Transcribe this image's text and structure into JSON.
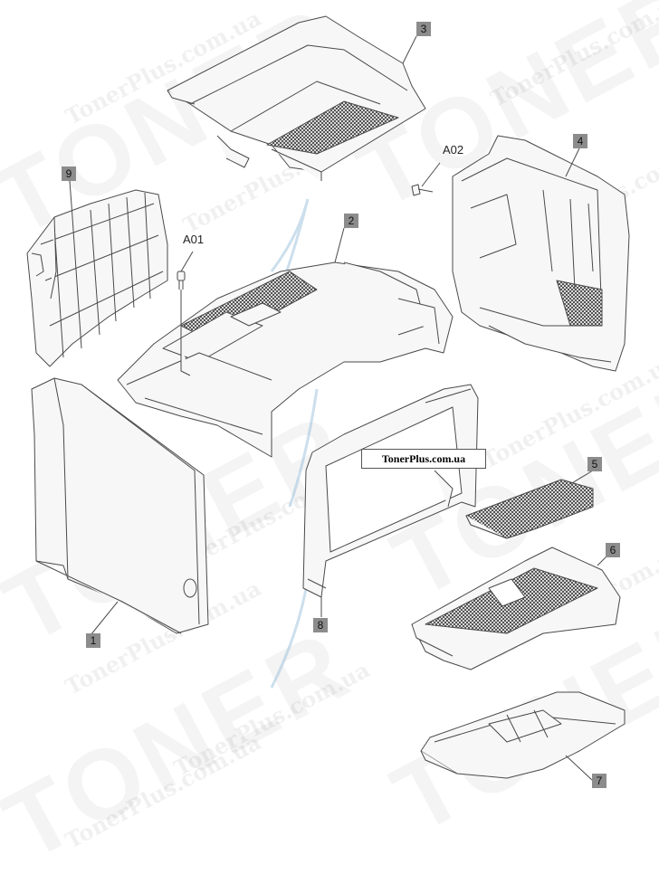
{
  "site_banner": "TonerPlus.com.ua",
  "watermark": {
    "big": "TONER",
    "small": "TonerPlus.com.ua"
  },
  "callouts": {
    "c1": "1",
    "c2": "2",
    "c3": "3",
    "c4": "4",
    "c5": "5",
    "c6": "6",
    "c7": "7",
    "c8": "8",
    "c9": "9",
    "a01": "A01",
    "a02": "A02"
  },
  "colors": {
    "line": "#4a4a4a",
    "part_fill": "#f7f7f7",
    "mesh": "#3a3a3a",
    "callout_box": "#8c8c8c",
    "watermark_accent": "#8fb8d8"
  }
}
